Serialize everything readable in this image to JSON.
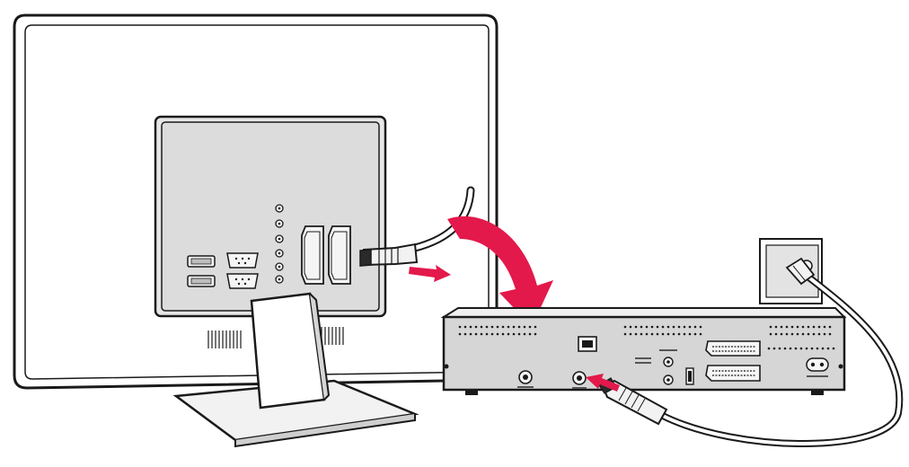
{
  "figure": {
    "kind": "connection-illustration",
    "subject": "tv-to-receiver-antenna-cable",
    "steps": [
      {
        "action": "unplug-antenna-cable-from-tv"
      },
      {
        "action": "move-cable-to-receiver"
      },
      {
        "action": "plug-wall-cable-into-receiver-antenna-input"
      }
    ]
  },
  "colors": {
    "arrow": "#e3194b",
    "line": "#1a1a1a",
    "tv_panel": "#dcdcdc",
    "receiver_body": "#d3d3d3",
    "background": "#ffffff"
  }
}
